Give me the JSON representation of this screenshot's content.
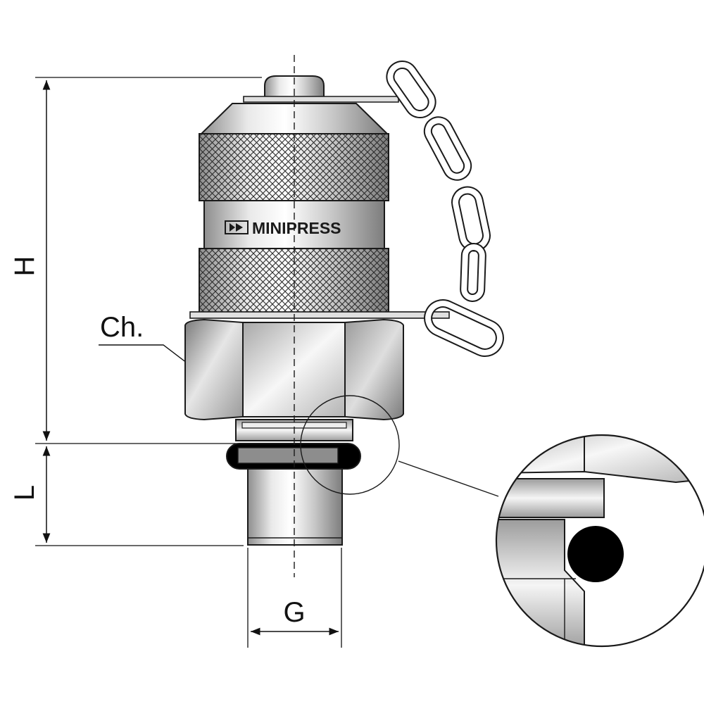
{
  "dimensions": {
    "height_label": "H",
    "thread_length_label": "L",
    "thread_label": "G",
    "hex_label": "Ch."
  },
  "product": {
    "brand": "MINIPRESS"
  },
  "colors": {
    "outline": "#1a1a1a",
    "metal_light": "#f2f2f2",
    "metal_mid": "#c8c8c8",
    "metal_dark": "#8a8a8a",
    "seal": "#000000"
  }
}
